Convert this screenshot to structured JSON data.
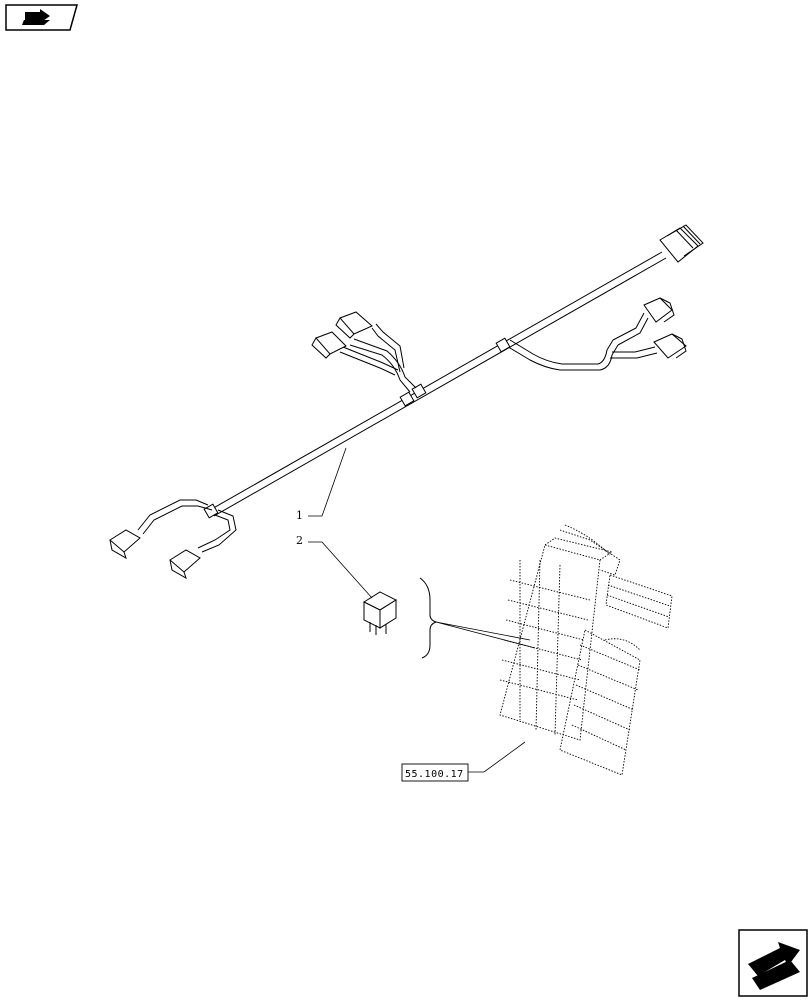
{
  "diagram": {
    "callouts": [
      {
        "id": "callout-1",
        "label": "1"
      },
      {
        "id": "callout-2",
        "label": "2"
      }
    ],
    "reference_box": {
      "label": "55.100.17"
    },
    "icons": {
      "top_left": "book-page-arrow-icon",
      "bottom_right": "next-page-arrow-icon"
    },
    "colors": {
      "line": "#000000",
      "background": "#ffffff"
    }
  }
}
